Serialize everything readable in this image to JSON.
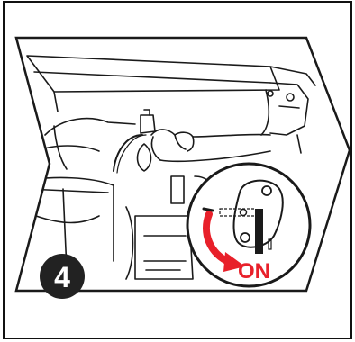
{
  "step": {
    "number": "4",
    "badge_color": "#222222",
    "badge_text_color": "#ffffff"
  },
  "callout": {
    "label": "ON",
    "label_color": "#e8202a",
    "arrow_color": "#e8202a",
    "icon": "fuel-valve-icon"
  },
  "illustration": {
    "subject": "hand-turning-valve-illustration",
    "line_color": "#1a1a1a"
  }
}
